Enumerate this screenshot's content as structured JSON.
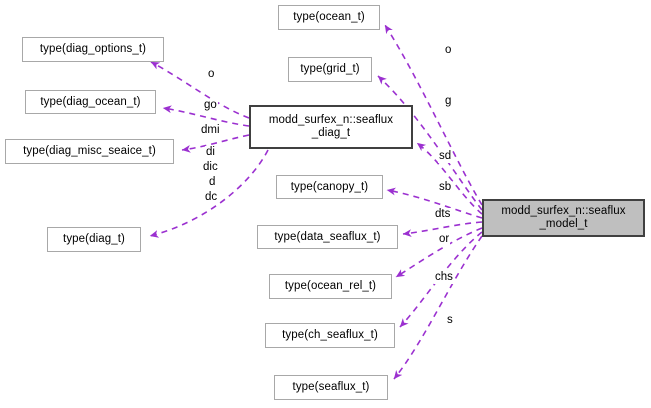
{
  "diagram": {
    "kind": "collaboration-diagram",
    "edge_color": "#9b30d0",
    "root_fill": "#bfbfbf",
    "node_fill": "#ffffff",
    "node_border": "#a8a8a8",
    "root_border": "#404040",
    "nodes": {
      "root": {
        "label": "modd_surfex_n::seaflux\n_model_t"
      },
      "seaflux_diag": {
        "label": "modd_surfex_n::seaflux\n_diag_t"
      },
      "ocean": {
        "label": "type(ocean_t)"
      },
      "grid": {
        "label": "type(grid_t)"
      },
      "canopy": {
        "label": "type(canopy_t)"
      },
      "data_seaflux": {
        "label": "type(data_seaflux_t)"
      },
      "ocean_rel": {
        "label": "type(ocean_rel_t)"
      },
      "ch_seaflux": {
        "label": "type(ch_seaflux_t)"
      },
      "seaflux": {
        "label": "type(seaflux_t)"
      },
      "diag_options": {
        "label": "type(diag_options_t)"
      },
      "diag_ocean": {
        "label": "type(diag_ocean_t)"
      },
      "diag_misc_seaice": {
        "label": "type(diag_misc_seaice_t)"
      },
      "diag": {
        "label": "type(diag_t)"
      }
    },
    "edge_labels": {
      "o_right": "o",
      "g": "g",
      "sd": "sd",
      "sb": "sb",
      "dts": "dts",
      "or": "or",
      "chs": "chs",
      "s": "s",
      "o_left": "o",
      "go": "go",
      "dmi": "dmi",
      "di": "di",
      "dic": "dic",
      "d": "d",
      "dc": "dc"
    }
  }
}
